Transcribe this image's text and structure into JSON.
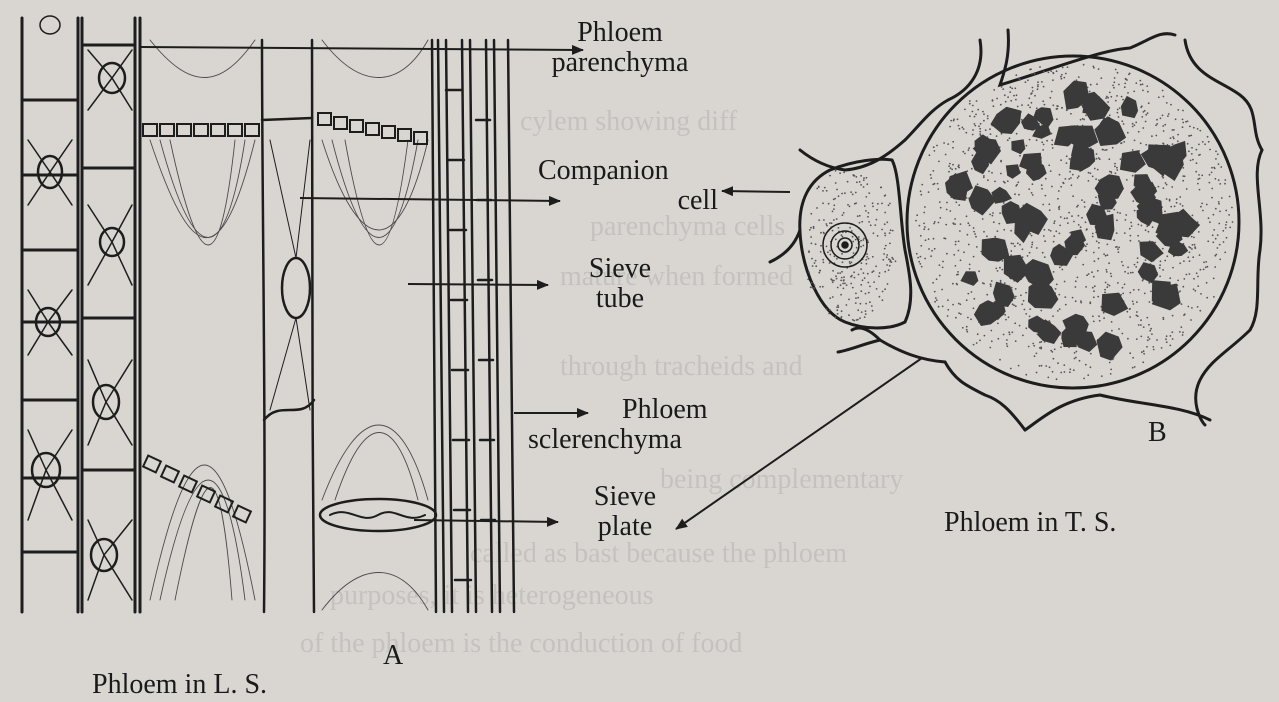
{
  "diagram_a": {
    "letter": "A",
    "caption": "Phloem in L. S."
  },
  "diagram_b": {
    "letter": "B",
    "caption": "Phloem in T. S."
  },
  "labels": {
    "phloem_parenchyma": {
      "line1": "Phloem",
      "line2": "parenchyma"
    },
    "companion_cell": {
      "line1": "Companion",
      "line2": "cell"
    },
    "sieve_tube": {
      "line1": "Sieve",
      "line2": "tube"
    },
    "phloem_sclerenchyma": {
      "line1": "Phloem",
      "line2": "sclerenchyma"
    },
    "sieve_plate": {
      "line1": "Sieve",
      "line2": "plate"
    }
  },
  "colors": {
    "paper": "#d9d6d2",
    "ink": "#1d1d1d",
    "stipple": "#555555",
    "plastid": "#3a3a3a"
  }
}
